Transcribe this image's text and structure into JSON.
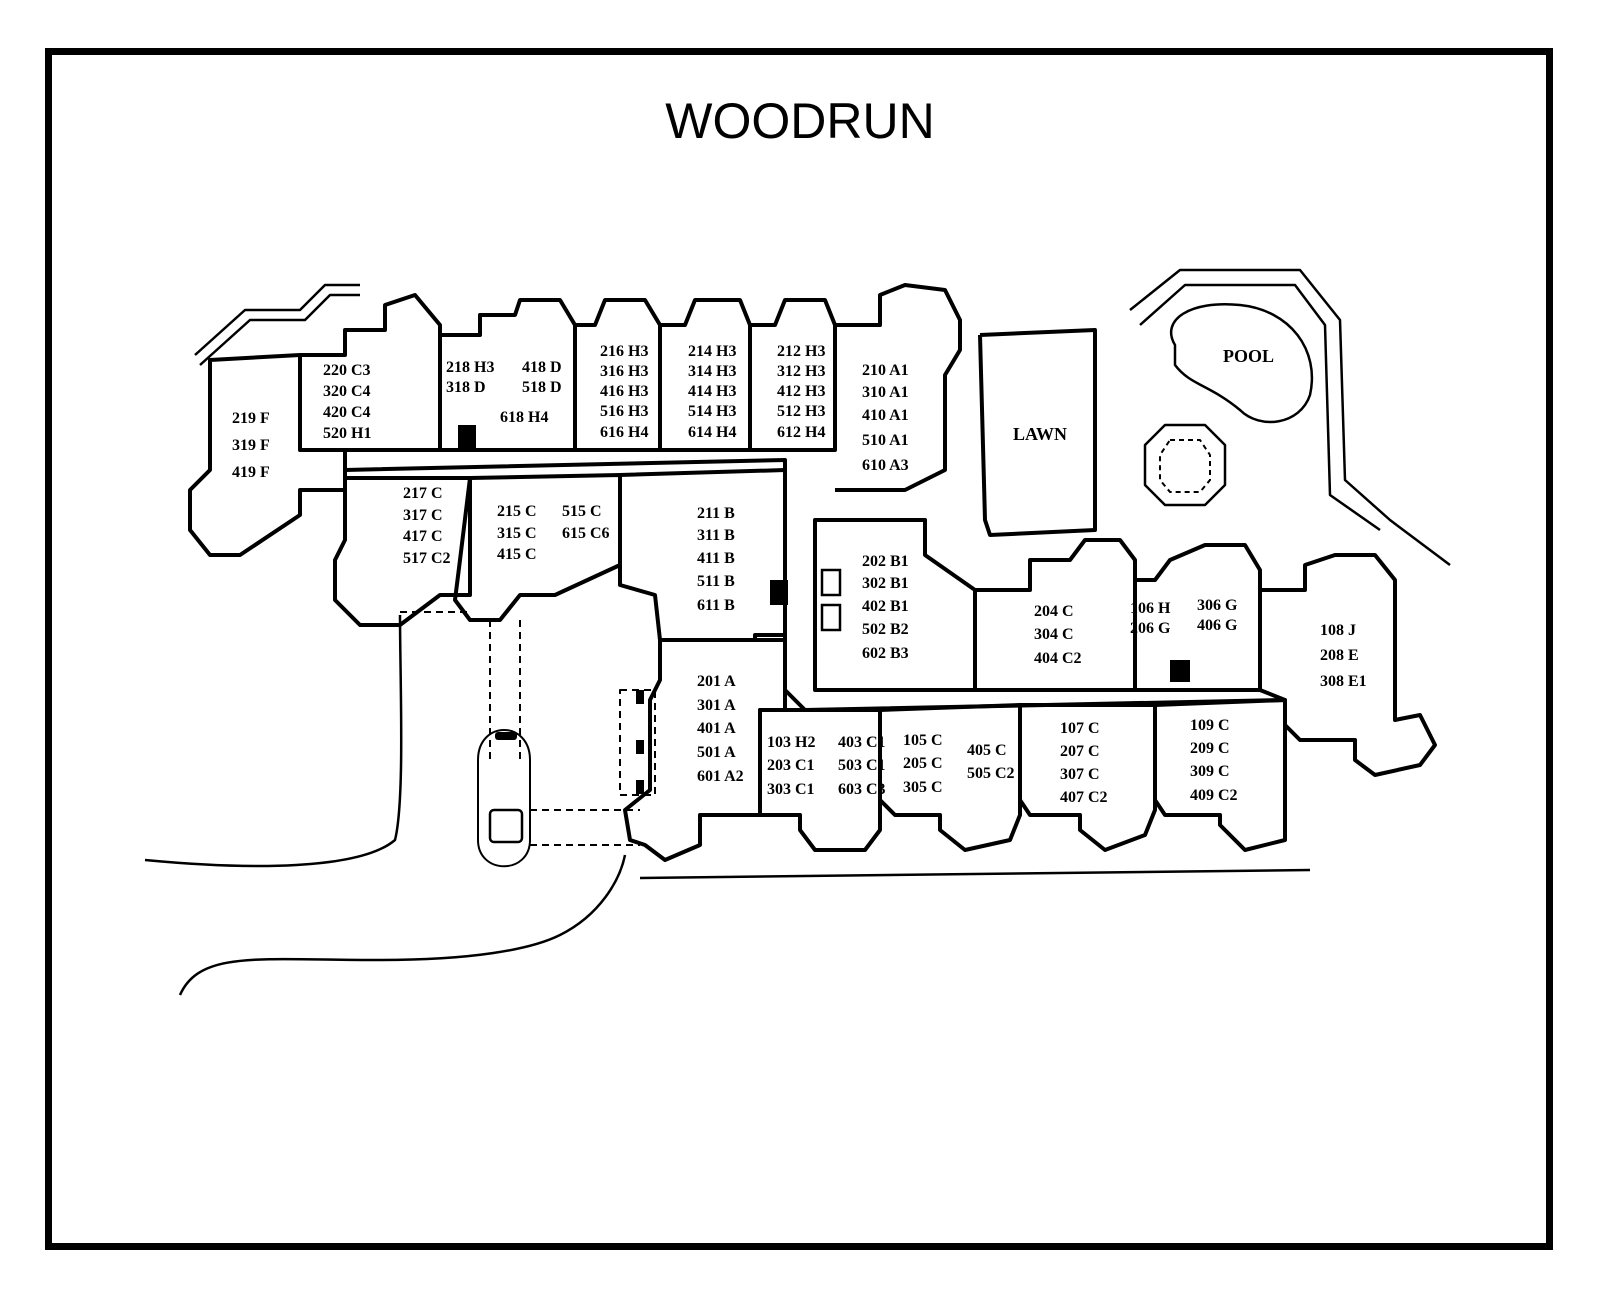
{
  "title": "WOODRUN",
  "areas": {
    "lawn": "LAWN",
    "pool": "POOL"
  },
  "room_labels": [
    "220  C3",
    "320  C4",
    "420  C4",
    "520  H1",
    "219  F",
    "319  F",
    "419  F",
    "218 H3",
    "318  D",
    "418  D",
    "518  D",
    "618 H4",
    "216  H3",
    "316  H3",
    "416  H3",
    "516  H3",
    "616  H4",
    "214  H3",
    "314  H3",
    "414  H3",
    "514  H3",
    "614  H4",
    "212  H3",
    "312  H3",
    "412  H3",
    "512  H3",
    "612  H4",
    "210  A1",
    "310  A1",
    "410  A1",
    "510  A1",
    "610  A3",
    "217  C",
    "317  C",
    "417  C",
    "517  C2",
    "215  C",
    "315  C",
    "415  C",
    "515  C",
    "615  C6",
    "211  B",
    "311  B",
    "411  B",
    "511  B",
    "611  B",
    "202  B1",
    "302  B1",
    "402  B1",
    "502  B2",
    "602  B3",
    "204  C",
    "304  C",
    "404  C2",
    "106  H",
    "206  G",
    "306  G",
    "406  G",
    "108  J",
    "208  E",
    "308  E1",
    "201  A",
    "301  A",
    "401  A",
    "501  A",
    "601  A2",
    "103  H2",
    "203  C1",
    "303  C1",
    "403  C1",
    "503  C1",
    "603  C3",
    "105  C",
    "205  C",
    "305  C",
    "405  C",
    "505  C2",
    "107  C",
    "207  C",
    "307  C",
    "407  C2",
    "109  C",
    "209  C",
    "309  C",
    "409  C2"
  ]
}
